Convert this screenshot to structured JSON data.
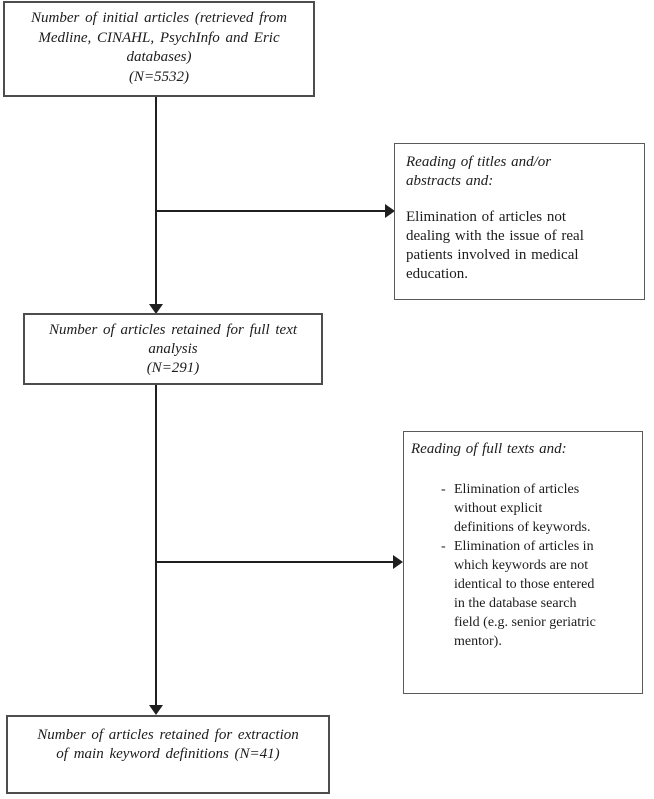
{
  "diagram": {
    "type": "flowchart",
    "background_color": "#ffffff",
    "line_color": "#1f1f1f",
    "box_border_color": "#4d4d4d",
    "text_color": "#1c1c1c"
  },
  "boxes": {
    "initial_articles": {
      "text": "Number of initial articles (retrieved from\nMedline, CINAHL, PsychInfo and Eric\ndatabases)\n(N=5532)",
      "n": 5532
    },
    "fulltext_retained": {
      "text": "Number of articles retained for full text\nanalysis\n(N=291)",
      "n": 291
    },
    "extraction_retained": {
      "text": "Number of articles retained for extraction\nof main keyword definitions (N=41)",
      "n": 41
    },
    "titles_abstracts_exclusion": {
      "heading": "Reading of titles and/or\nabstracts and:",
      "body": "Elimination of articles not\ndealing with the issue of real\npatients involved in medical\neducation."
    },
    "fulltext_exclusion": {
      "heading": "Reading of full texts and:",
      "bullet_marker": "-",
      "items": [
        "Elimination of articles\nwithout explicit\ndefinitions of keywords.",
        "Elimination of articles in\nwhich keywords are not\nidentical to those entered\nin the database search\nfield (e.g. senior geriatric\nmentor)."
      ]
    }
  }
}
